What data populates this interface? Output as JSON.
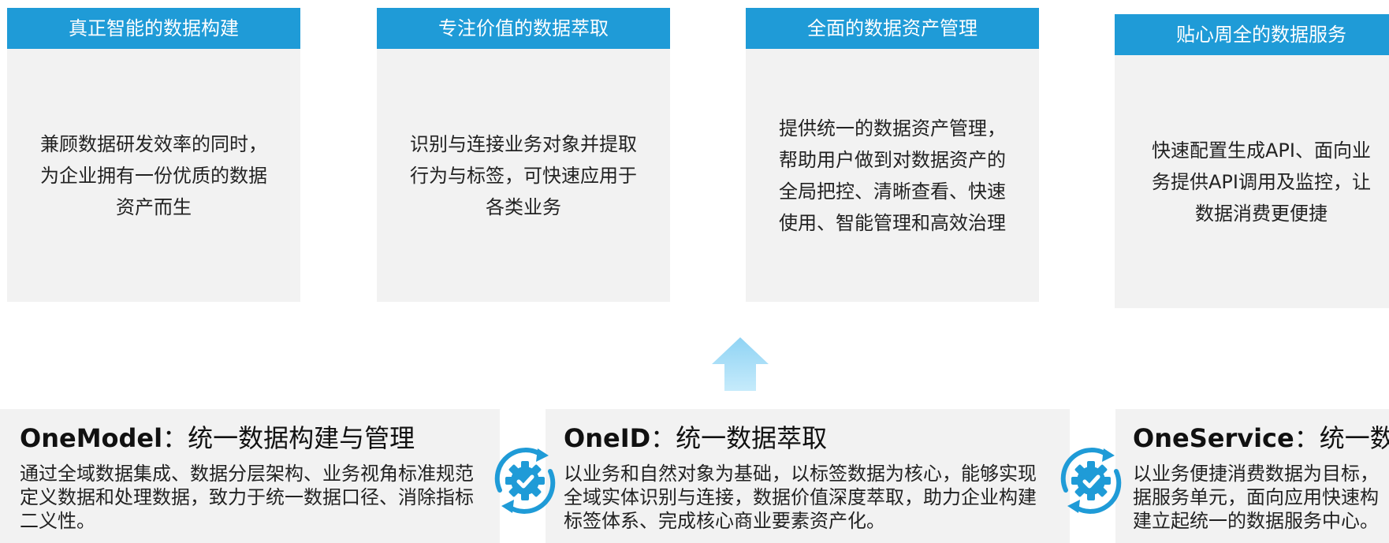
{
  "cards": [
    {
      "title": "真正智能的数据构建",
      "body": "兼顾数据研发效率的同时，\n为企业拥有一份优质的数据\n资产而生"
    },
    {
      "title": "专注价值的数据萃取",
      "body": "识别与连接业务对象并提取\n行为与标签，可快速应用于\n各类业务"
    },
    {
      "title": "全面的数据资产管理",
      "body": "提供统一的数据资产管理，\n帮助用户做到对数据资产的\n全局把控、清晰查看、快速\n使用、智能管理和高效治理"
    },
    {
      "title": "贴心周全的数据服务",
      "body": "快速配置生成API、面向业\n务提供API调用及监控，让\n数据消费更便捷"
    }
  ],
  "modules": [
    {
      "name": "OneModel",
      "sep": "：",
      "subtitle": "统一数据构建与管理",
      "desc": "通过全域数据集成、数据分层架构、业务视角标准规范定义数据和处理数据，致力于统一数据口径、消除指标二义性。"
    },
    {
      "name": "OneID",
      "sep": "：",
      "subtitle": "统一数据萃取",
      "desc": "以业务和自然对象为基础，以标签数据为核心，能够实现全域实体识别与连接，数据价值深度萃取，助力企业构建标签体系、完成核心商业要素资产化。"
    },
    {
      "name": "OneService",
      "sep": "：",
      "subtitle": "统一数据",
      "desc": "以业务便捷消费数据为目标，据服务单元，面向应用快速构建立起统一的数据服务中心。"
    }
  ],
  "colors": {
    "header": "#1f9bd7",
    "panel": "#f2f2f2",
    "gear": "#1f9bd7",
    "arrow": "#8fd3f4"
  },
  "icons": {
    "gear": "gear-check-cycle-icon",
    "arrow": "up-arrow-icon"
  }
}
